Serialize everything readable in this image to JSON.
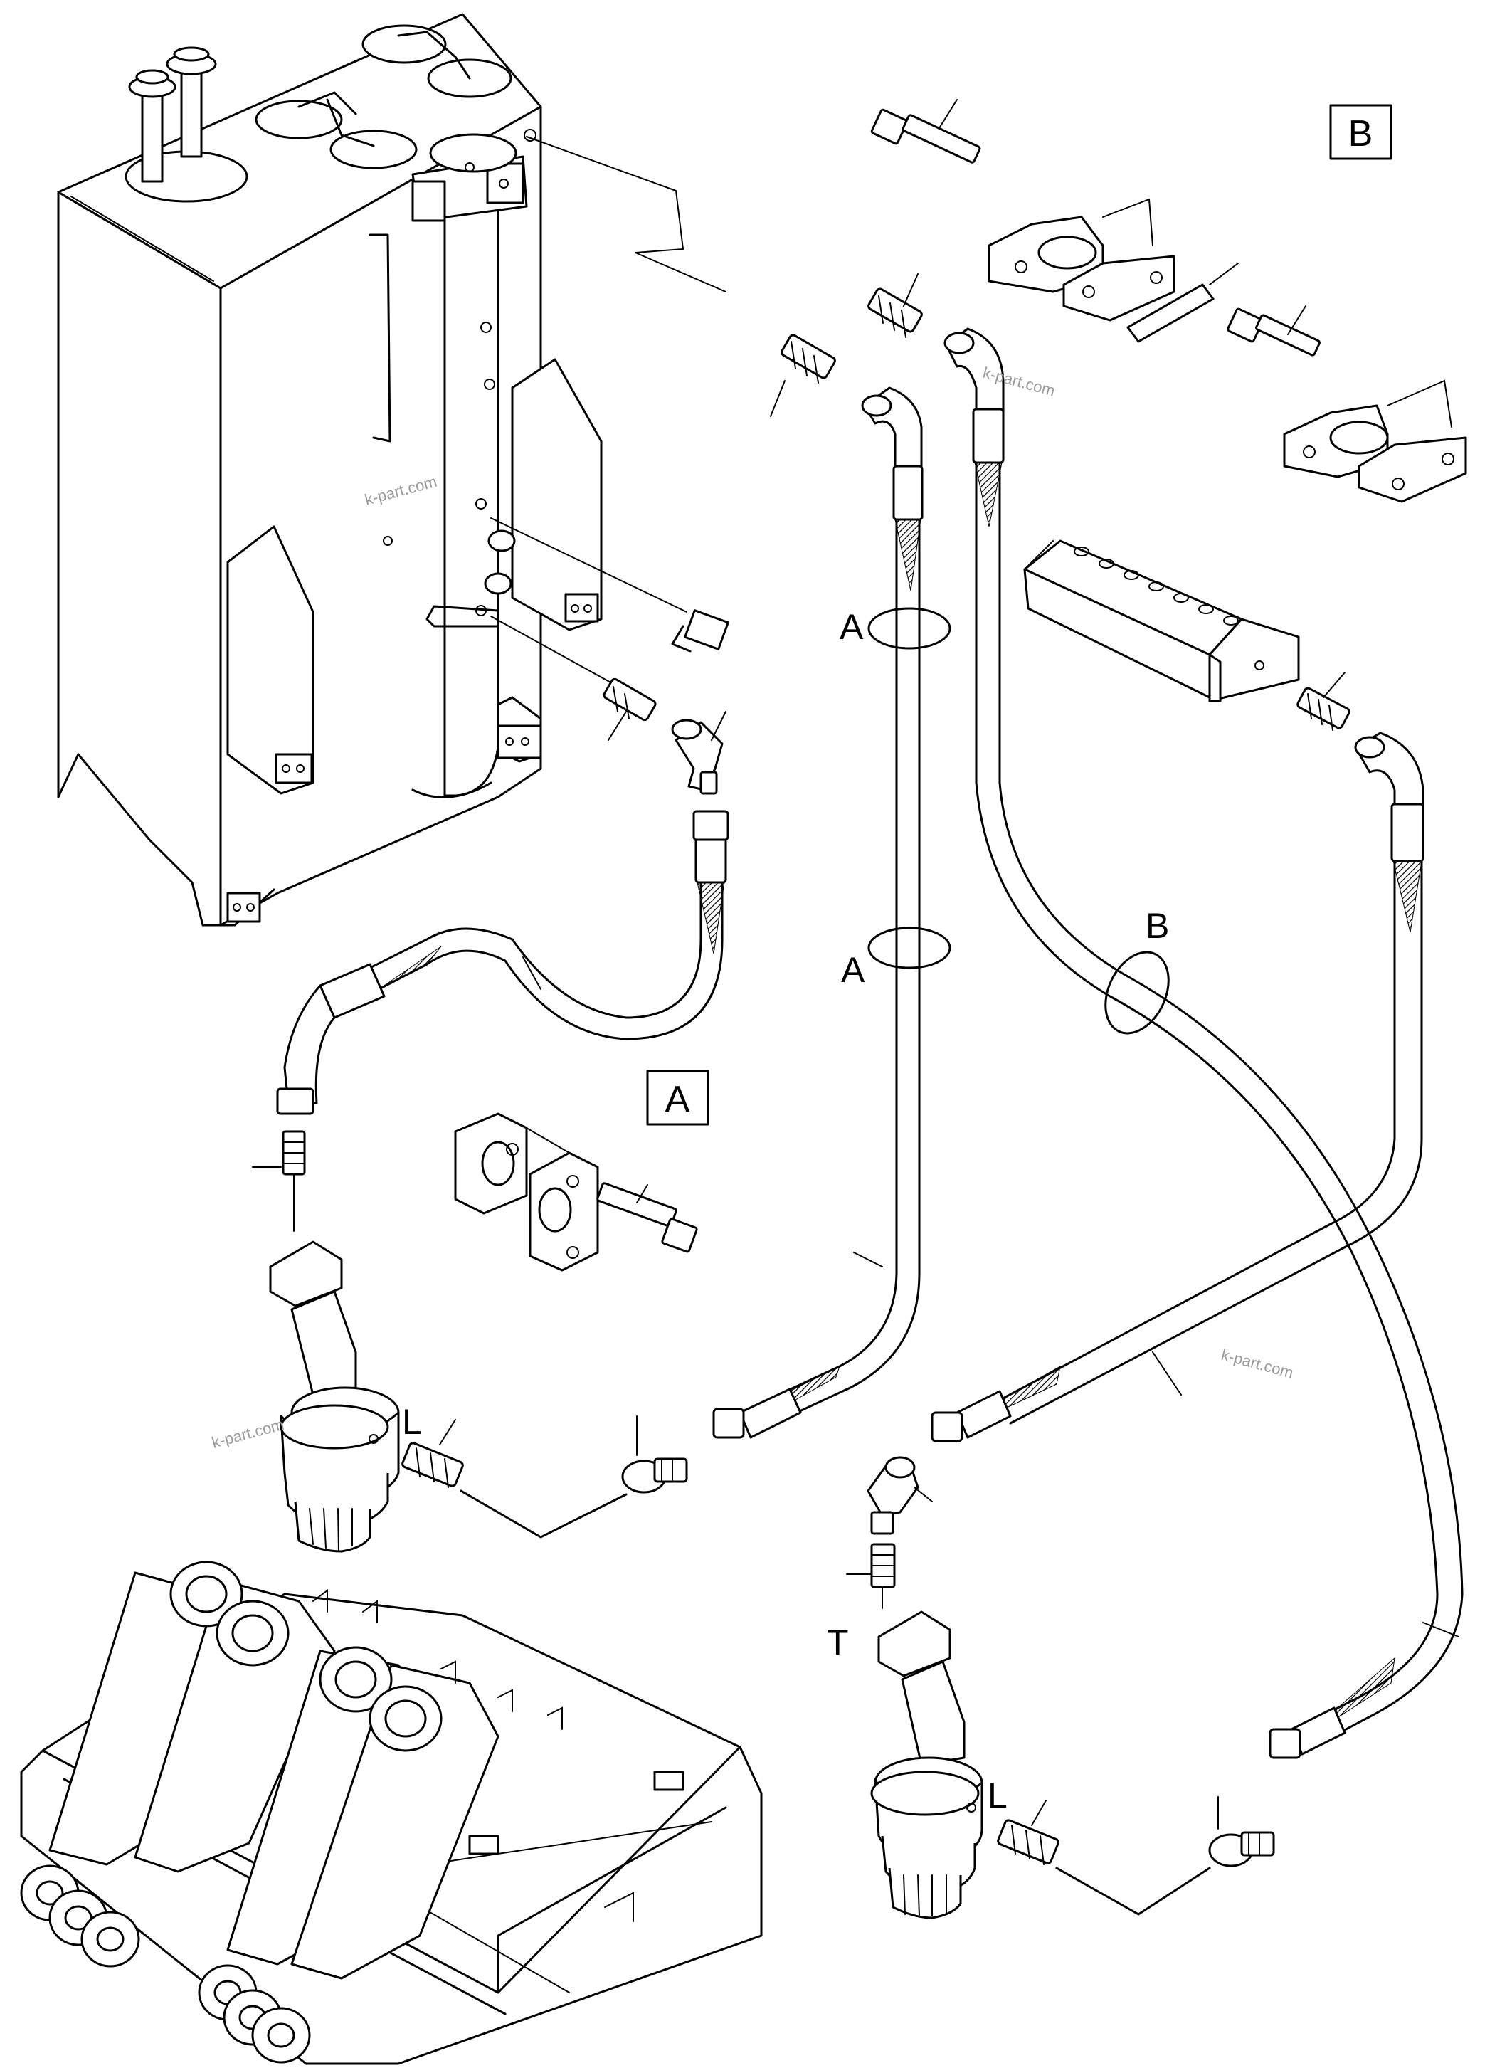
{
  "labels": {
    "view_box_a": "A",
    "view_box_b": "B",
    "ring_a_upper": "A",
    "ring_a_lower": "A",
    "ring_b": "B",
    "port_l_left": "L",
    "port_l_right": "L",
    "port_t": "T"
  },
  "watermarks": [
    "k-part.com",
    "k-part.com",
    "k-part.com",
    "k-part.com"
  ]
}
